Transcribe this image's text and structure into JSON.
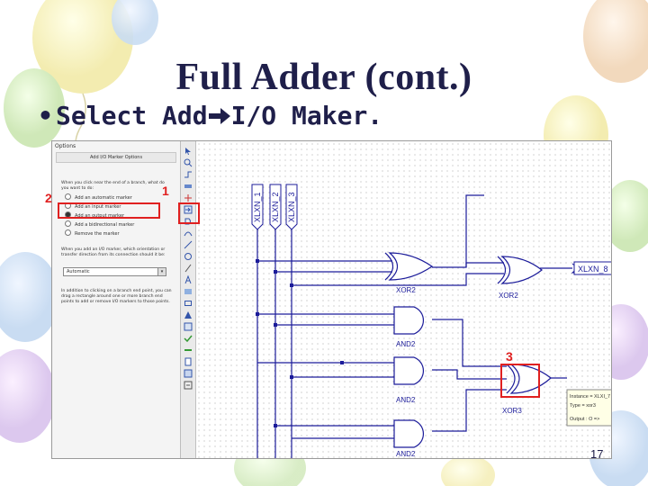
{
  "slide": {
    "title": "Full Adder (cont.)",
    "bullet": "•",
    "bullet_before": "Select Add",
    "bullet_after": "I/O Maker.",
    "page_number": "17"
  },
  "callouts": [
    "1",
    "2",
    "3"
  ],
  "options_panel": {
    "window_title": "Options",
    "group_title": "Add I/O Marker Options",
    "prompt": "When you click near the end of a branch, what do you want to do:",
    "radio_options": [
      "Add an automatic marker",
      "Add an input marker",
      "Add an output marker",
      "Add a bidirectional marker",
      "Remove the marker"
    ],
    "selected_index": 2,
    "direction_prompt": "When you add an I/O marker, which orientation or transfer direction from its connection should it be:",
    "direction_value": "Automatic",
    "help_text": "In addition to clicking on a branch end point, you can drag a rectangle around one or more branch end points to add or remove I/O markers to those points."
  },
  "schematic": {
    "inputs": [
      "XLXN_1",
      "XLXN_2",
      "XLXN_3"
    ],
    "gates": [
      "XOR2",
      "XOR2",
      "AND2",
      "AND2",
      "XOR3",
      "AND2"
    ],
    "output_marker": "XLXN_8",
    "tooltip_lines": [
      "Instance = XLXI_7",
      "Type = xor3",
      "Output : O =>"
    ]
  },
  "colors": {
    "title": "#1f1f4a",
    "callout": "#e02020",
    "wire": "#1c1c9a"
  }
}
